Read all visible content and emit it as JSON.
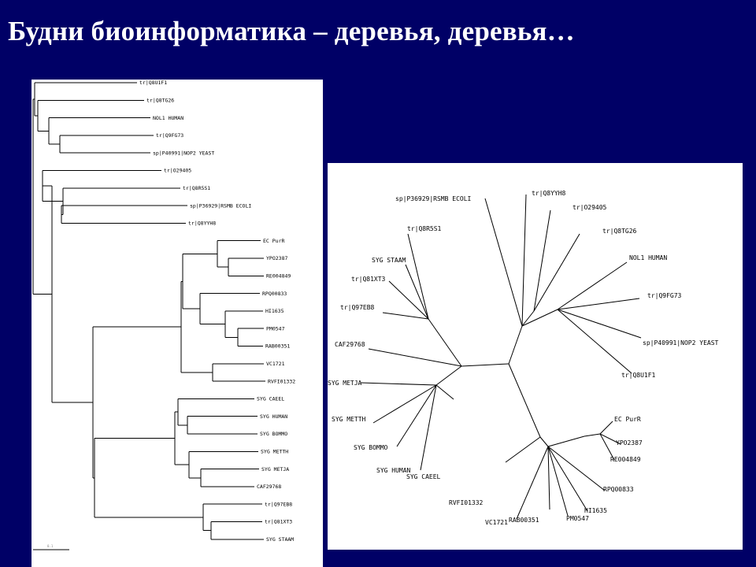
{
  "slide": {
    "title": "Будни биоинформатика – деревья, деревья…",
    "background": "#000066",
    "title_color": "#ffffff"
  },
  "rect_tree": {
    "leaves": [
      "tr|Q8U1F1",
      "tr|Q8TG26",
      "NOL1 HUMAN",
      "tr|Q9FG73",
      "sp|P40991|NOP2 YEAST",
      "tr|O29405",
      "tr|Q8R5S1",
      "sp|P36929|RSMB ECOLI",
      "tr|Q8YYH8",
      "EC PurR",
      "YPO2387",
      "RE004849",
      "RPQ00833",
      "HI1635",
      "PM0547",
      "RAB00351",
      "VC1721",
      "RVFI01332",
      "SYG CAEEL",
      "SYG HUMAN",
      "SYG BOMMO",
      "SYG METTH",
      "SYG METJA",
      "CAF29768",
      "tr|Q97EB8",
      "tr|Q81XT3",
      "SYG STAAM"
    ],
    "scale_label": "0.1"
  },
  "radial_tree": {
    "leaves": [
      "sp|P36929|RSMB ECOLI",
      "tr|Q8YYH8",
      "tr|O29405",
      "tr|Q8TG26",
      "NOL1 HUMAN",
      "tr|Q9FG73",
      "sp|P40991|NOP2 YEAST",
      "tr|Q8U1F1",
      "tr|Q8R5S1",
      "SYG STAAM",
      "tr|Q81XT3",
      "tr|Q97EB8",
      "CAF29768",
      "SYG METJA",
      "SYG METTH",
      "SYG BOMMO",
      "SYG HUMAN",
      "SYG CAEEL",
      "EC PurR",
      "YPO2387",
      "RE004849",
      "RPQ00833",
      "HI1635",
      "PM0547",
      "RAB00351",
      "VC1721",
      "RVFI01332"
    ]
  }
}
